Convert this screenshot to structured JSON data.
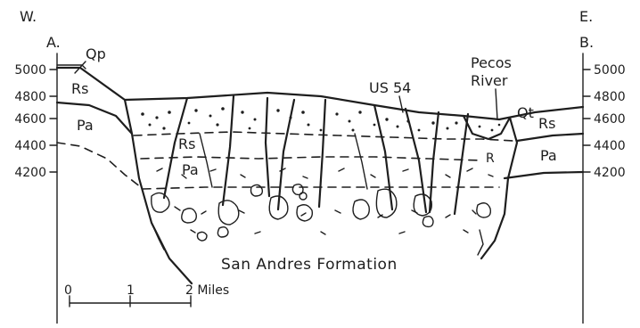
{
  "endpoints": {
    "west_dir": "W.",
    "west_label": "A.",
    "east_dir": "E.",
    "east_label": "B."
  },
  "elevation_ticks": [
    "5000",
    "4800",
    "4600",
    "4400",
    "4200"
  ],
  "units": {
    "qp": "Qp",
    "rs": "Rs",
    "pa": "Pa",
    "qt": "Qt",
    "r_small": "R",
    "formation": "San   Andres   Formation"
  },
  "features": {
    "highway": "US 54",
    "river_line1": "Pecos",
    "river_line2": "River"
  },
  "scale_bar": {
    "zero": "0",
    "one": "1",
    "two": "2 Miles"
  }
}
